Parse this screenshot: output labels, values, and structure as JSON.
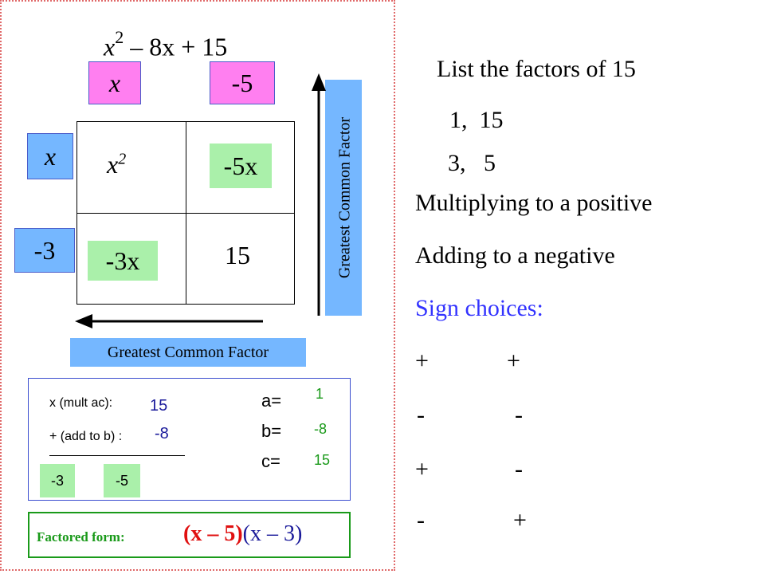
{
  "expression": {
    "x": "x",
    "exp": "2",
    "rest": " – 8x + 15"
  },
  "top_factors": [
    "x",
    "-5"
  ],
  "side_factors": [
    "x",
    "-3"
  ],
  "grid": {
    "cell_00": {
      "base": "x",
      "exp": "2"
    },
    "cell_01": "-5x",
    "cell_10": "-3x",
    "cell_11": "15"
  },
  "gcf_label_bottom": "Greatest Common Factor",
  "gcf_label_side": "Greatest Common Factor",
  "helper": {
    "mult_label": "x (mult ac):",
    "mult_value": "15",
    "add_label": "+ (add to b) :",
    "add_value": "-8",
    "factor_a": "-3",
    "factor_b": "-5",
    "coef_labels": [
      "a=",
      "b=",
      "c="
    ],
    "coef_values": [
      "1",
      "-8",
      "15"
    ]
  },
  "factored": {
    "label": "Factored form:",
    "part1": "(x – 5)",
    "part2": "(x – 3)"
  },
  "right": {
    "heading": "List the factors of 15",
    "pairs": [
      "1,  15",
      "3,   5"
    ],
    "line1": "Multiplying to a positive",
    "line2": "Adding to a negative",
    "sign_title": "Sign choices:",
    "signs": [
      [
        "+",
        "+"
      ],
      [
        "-",
        "-"
      ],
      [
        "+",
        "-"
      ],
      [
        "-",
        "+"
      ]
    ]
  },
  "colors": {
    "pink": "#ff7ff0",
    "blue": "#75b7ff",
    "green": "#aaf0aa",
    "sign_title": "#3333ff",
    "value_green": "#1a9a1a",
    "factor_red": "#e01010",
    "factor_blue": "#1a1a9a"
  }
}
